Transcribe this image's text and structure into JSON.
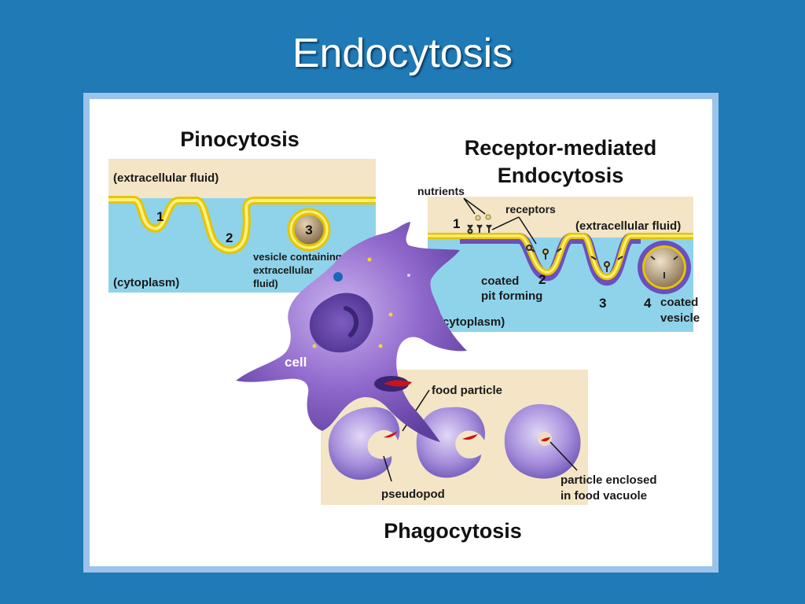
{
  "slide": {
    "title": "Endocytosis"
  },
  "pinocytosis": {
    "title": "Pinocytosis",
    "extracellular": "(extracellular fluid)",
    "cytoplasm": "(cytoplasm)",
    "step1": "1",
    "step2": "2",
    "step3": "3",
    "vesicle_line1": "vesicle containing",
    "vesicle_line2": "extracellular",
    "vesicle_line3": "fluid)"
  },
  "receptor": {
    "title_line1": "Receptor-mediated",
    "title_line2": "Endocytosis",
    "nutrients": "nutrients",
    "receptors": "receptors",
    "extracellular": "(extracellular fluid)",
    "cytoplasm": "(cytoplasm)",
    "coated_pit_line1": "coated",
    "coated_pit_line2": "pit forming",
    "coated_vesicle_line1": "coated",
    "coated_vesicle_line2": "vesicle",
    "step1": "1",
    "step2": "2",
    "step3": "3",
    "step4": "4"
  },
  "cell": {
    "label": "cell"
  },
  "phagocytosis": {
    "title": "Phagocytosis",
    "food_particle": "food particle",
    "pseudopod": "pseudopod",
    "enclosed_line1": "particle enclosed",
    "enclosed_line2": "in food vacuole"
  },
  "colors": {
    "background": "#1f7ab6",
    "membrane_yellow": "#f4e21a",
    "fluid_beige": "#f3e5c6",
    "cytoplasm_blue": "#8fd3ea",
    "cell_purple": "#9a6fd0",
    "coat_purple": "#7a5bc4",
    "food_red": "#c8141b"
  }
}
